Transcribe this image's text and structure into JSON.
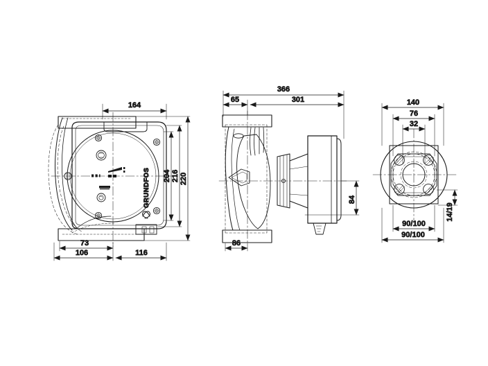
{
  "drawing": {
    "title": "Grundfos circulator pump dimensional drawing",
    "background_color": "#ffffff",
    "line_color": "#1a1a1a",
    "brand": "GRUNDFOS"
  },
  "views": {
    "left": {
      "name": "front-view",
      "brand_label": "GRUNDFOS",
      "dimensions": {
        "width_164": "164",
        "height_204": "204",
        "height_216": "216",
        "height_220": "220",
        "base_73": "73",
        "base_106": "106",
        "base_116": "116"
      }
    },
    "center": {
      "name": "side-view",
      "dimensions": {
        "total_366": "366",
        "part_65": "65",
        "part_301": "301",
        "shaft_84": "84",
        "foot_86": "86"
      }
    },
    "right": {
      "name": "flange-view",
      "dimensions": {
        "outer_140": "140",
        "bolt_circle_76": "76",
        "bore_32": "32",
        "thickness_14_19": "14/19",
        "span_inner_90_100": "90/100",
        "span_outer_90_100": "90/100"
      }
    }
  }
}
